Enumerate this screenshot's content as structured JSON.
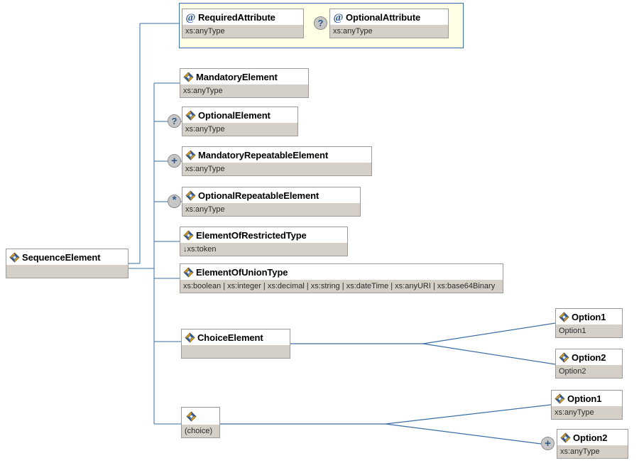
{
  "diagram": {
    "title": "XML Schema SequenceElement structure diagram",
    "colors": {
      "connector": "#3a6ea5",
      "box_border": "#9a9a9a",
      "box_type_bg": "#d4d0c8",
      "box_title_bg": "#ffffff",
      "attr_container_bg": "#ffffe6",
      "attr_container_border": "#3a6ea5",
      "marker_bg": "#c6c6c6",
      "marker_text": "#2d5b8e"
    },
    "icons": {
      "element": "element-diamond-icon",
      "attribute": "attribute-at-icon"
    }
  },
  "root": {
    "name": "SequenceElement",
    "type": "",
    "icon": "element-diamond-icon"
  },
  "attributes": [
    {
      "name": "RequiredAttribute",
      "type": "xs:anyType",
      "icon": "attribute-at-icon",
      "cardinality": ""
    },
    {
      "name": "OptionalAttribute",
      "type": "xs:anyType",
      "icon": "attribute-at-icon",
      "cardinality": "?"
    }
  ],
  "elements": [
    {
      "name": "MandatoryElement",
      "type": "xs:anyType",
      "icon": "element-diamond-icon",
      "cardinality": ""
    },
    {
      "name": "OptionalElement",
      "type": "xs:anyType",
      "icon": "element-diamond-icon",
      "cardinality": "?"
    },
    {
      "name": "MandatoryRepeatableElement",
      "type": "xs:anyType",
      "icon": "element-diamond-icon",
      "cardinality": "+"
    },
    {
      "name": "OptionalRepeatableElement",
      "type": "xs:anyType",
      "icon": "element-diamond-icon",
      "cardinality": "*"
    },
    {
      "name": "ElementOfRestrictedType",
      "type": "↓xs:token",
      "icon": "element-diamond-icon",
      "cardinality": ""
    },
    {
      "name": "ElementOfUnionType",
      "type": "xs:boolean | xs:integer | xs:decimal | xs:string | xs:dateTime | xs:anyURI | xs:base64Binary",
      "icon": "element-diamond-icon",
      "cardinality": ""
    },
    {
      "name": "ChoiceElement",
      "type": "",
      "icon": "element-diamond-icon",
      "cardinality": ""
    }
  ],
  "choice_group": {
    "name": "",
    "type": "(choice)",
    "icon": "element-diamond-icon",
    "cardinality": ""
  },
  "choice_element_options": [
    {
      "name": "Option1",
      "type": "Option1",
      "icon": "element-diamond-icon",
      "cardinality": ""
    },
    {
      "name": "Option2",
      "type": "Option2",
      "icon": "element-diamond-icon",
      "cardinality": ""
    }
  ],
  "choice_group_options": [
    {
      "name": "Option1",
      "type": "xs:anyType",
      "icon": "element-diamond-icon",
      "cardinality": ""
    },
    {
      "name": "Option2",
      "type": "xs:anyType",
      "icon": "element-diamond-icon",
      "cardinality": "+"
    }
  ]
}
